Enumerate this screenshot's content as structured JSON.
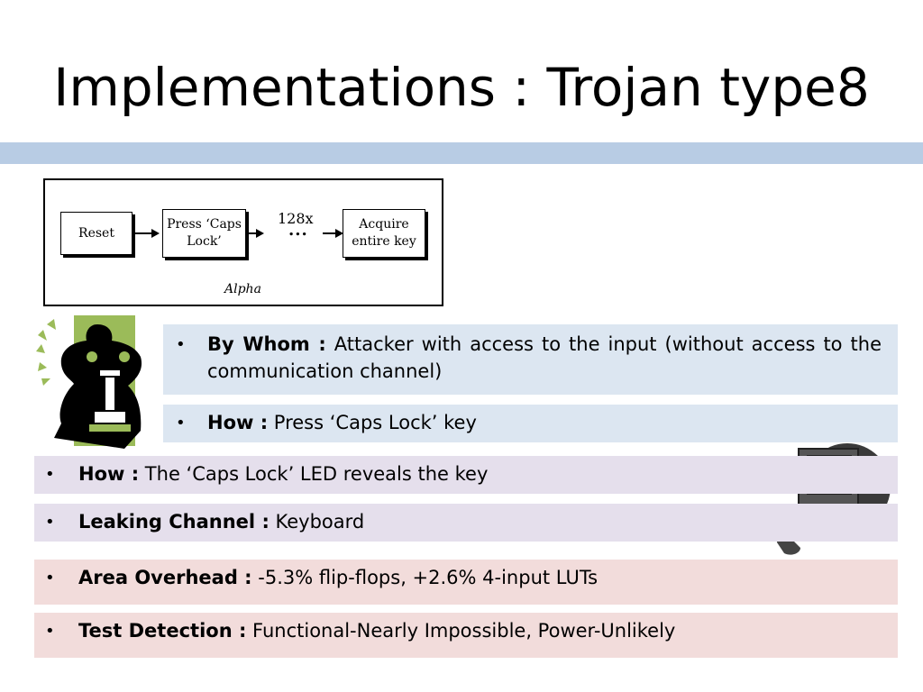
{
  "slide": {
    "title": "Implementations : Trojan type8"
  },
  "diagram": {
    "step1": "Reset",
    "step2_line1": "Press ‘Caps",
    "step2_line2": "Lock’",
    "repeat_label": "128x",
    "repeat_dots": "...",
    "step3_line1": "Acquire",
    "step3_line2": "entire key",
    "caption": "Alpha"
  },
  "bullets": {
    "by_whom": {
      "label": "By Whom :",
      "text": " Attacker with access to the input (without access to the communication channel)"
    },
    "how_press": {
      "label": "How :",
      "text": " Press ‘Caps Lock’ key"
    },
    "how_led": {
      "label": "How :",
      "text": " The ‘Caps Lock’ LED reveals the key"
    },
    "leaking": {
      "label": "Leaking Channel :",
      "text": " Keyboard"
    },
    "area": {
      "label": "Area Overhead :",
      "text": " -5.3% flip-flops, +2.6% 4-input LUTs"
    },
    "test": {
      "label": "Test Detection :",
      "text": " Functional-Nearly Impossible, Power-Unlikely"
    }
  },
  "colors": {
    "title_bar": "#b8cce4",
    "blue_band": "#dce6f1",
    "purple_band": "#e5dfec",
    "pink_band": "#f2dcdb",
    "attacker_bg": "#9bbb59"
  },
  "icons": {
    "attacker": "attacker-with-plunger-icon",
    "computer": "desktop-computer-icon"
  }
}
